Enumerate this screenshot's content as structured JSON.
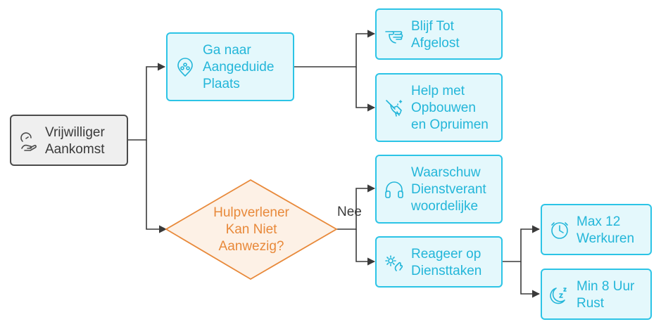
{
  "nodes": {
    "start": {
      "label": "Vrijwilliger\nAankomst",
      "icon": "volunteer-hand-heart-icon"
    },
    "go_to_place": {
      "label": "Ga naar\nAangeduide\nPlaats",
      "icon": "map-pin-icon"
    },
    "stay_until_relieved": {
      "label": "Blijf Tot\nAfgelost",
      "icon": "hand-stop-icon"
    },
    "help_setup": {
      "label": "Help met\nOpbouwen\nen Opruimen",
      "icon": "broom-icon"
    },
    "decision": {
      "label": "Hulpverlener\nKan Niet\nAanwezig?"
    },
    "warn_responsible": {
      "label": "Waarschuw\nDienstverant\nwoordelijke",
      "icon": "headphones-icon"
    },
    "respond_duties": {
      "label": "Reageer op\nDiensttaken",
      "icon": "gear-hand-icon"
    },
    "max_hours": {
      "label": "Max 12\nWerkuren",
      "icon": "clock-icon"
    },
    "min_rest": {
      "label": "Min 8 Uur\nRust",
      "icon": "sleep-moon-icon"
    }
  },
  "edges": {
    "no_label": "Nee"
  },
  "colors": {
    "accent": "#2cc4e6",
    "accent_text": "#23b6d9",
    "accent_fill": "#e4f8fc",
    "decision": "#e8893a",
    "decision_fill": "#fdf1e6",
    "line": "#3a3a3a"
  }
}
